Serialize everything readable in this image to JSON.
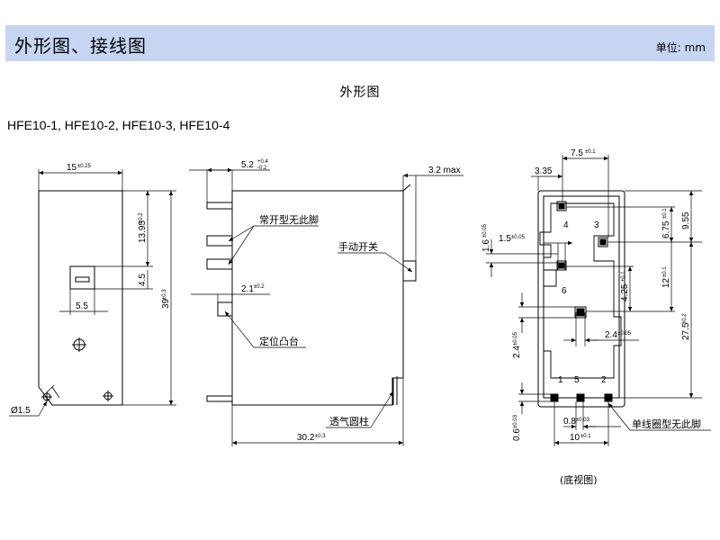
{
  "header": {
    "title": "外形图、接线图",
    "unit": "单位: mm"
  },
  "section_title": "外形图",
  "models": "HFE10-1, HFE10-2, HFE10-3, HFE10-4",
  "front_view": {
    "width": "15",
    "width_tol": "±0.25",
    "height": "39",
    "height_tol": "±0.3",
    "top_offset": "13.95",
    "top_offset_tol": "±0.2",
    "window_height": "4.5",
    "window_width": "5.5",
    "hole_dia": "Ø1.5"
  },
  "side_view": {
    "pin_offset": "5.2",
    "pin_offset_tol_plus": "+0.4",
    "pin_offset_tol_minus": "-0.2",
    "button_max": "3.2 max",
    "pin_spacing": "2.1",
    "pin_spacing_tol": "±0.2",
    "length": "30.2",
    "length_tol": "±0.3",
    "label_no_pin": "常开型无此脚",
    "label_manual_switch": "手动开关",
    "label_locating_boss": "定位凸台",
    "label_vent_post": "透气圆柱"
  },
  "bottom_view": {
    "top_width": "7.5",
    "top_width_tol": "±0.1",
    "dim_335": "3.35",
    "dim_16": "1.6",
    "dim_16_tol": "±0.05",
    "dim_15": "1.5",
    "dim_15_tol": "±0.05",
    "dim_675": "6.75",
    "dim_675_tol": "±0.1",
    "dim_955": "9.55",
    "dim_425": "4.25",
    "dim_425_tol": "±0.1",
    "dim_12": "12",
    "dim_12_tol": "±0.1",
    "dim_275": "27.5",
    "dim_275_tol": "±0.2",
    "dim_24v": "2.4",
    "dim_24v_tol": "±0.05",
    "dim_24h": "2.4",
    "dim_24h_tol": "±0.05",
    "dim_06": "0.6",
    "dim_06_tol": "±0.03",
    "dim_08": "0.8",
    "dim_08_tol": "±0.03",
    "dim_10": "10",
    "dim_10_tol": "±0.1",
    "pin_labels": [
      "4",
      "3",
      "6",
      "1",
      "5",
      "2"
    ],
    "label_single_coil": "单线圈型无此脚",
    "caption": "(底视图)"
  }
}
